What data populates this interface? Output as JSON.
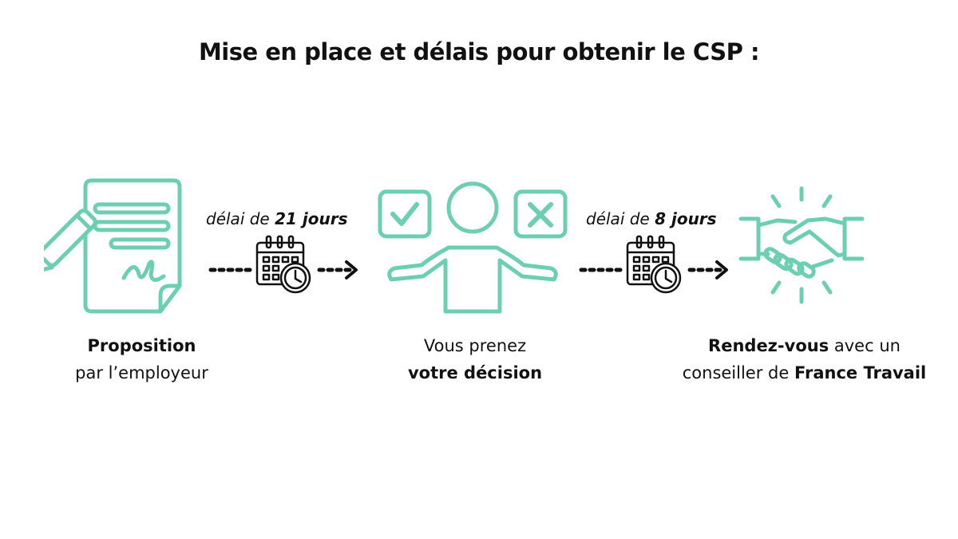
{
  "title": "Mise en place et délais pour obtenir le CSP :",
  "colors": {
    "accent": "#6ccfb0",
    "text": "#111111",
    "background": "#ffffff"
  },
  "steps": [
    {
      "icon": "document-signature-icon",
      "caption_bold": "Proposition",
      "caption_rest": "par l’employeur"
    },
    {
      "icon": "person-decision-icon",
      "caption_line1": "Vous prenez",
      "caption_bold": "votre décision"
    },
    {
      "icon": "handshake-icon",
      "caption_bold1": "Rendez-vous",
      "caption_text1": " avec un",
      "caption_text2": "conseiller de ",
      "caption_bold2": "France Travail"
    }
  ],
  "delays": [
    {
      "prefix": "délai de ",
      "value": "21 jours",
      "icon": "calendar-clock-icon"
    },
    {
      "prefix": "délai de ",
      "value": "8 jours",
      "icon": "calendar-clock-icon"
    }
  ]
}
